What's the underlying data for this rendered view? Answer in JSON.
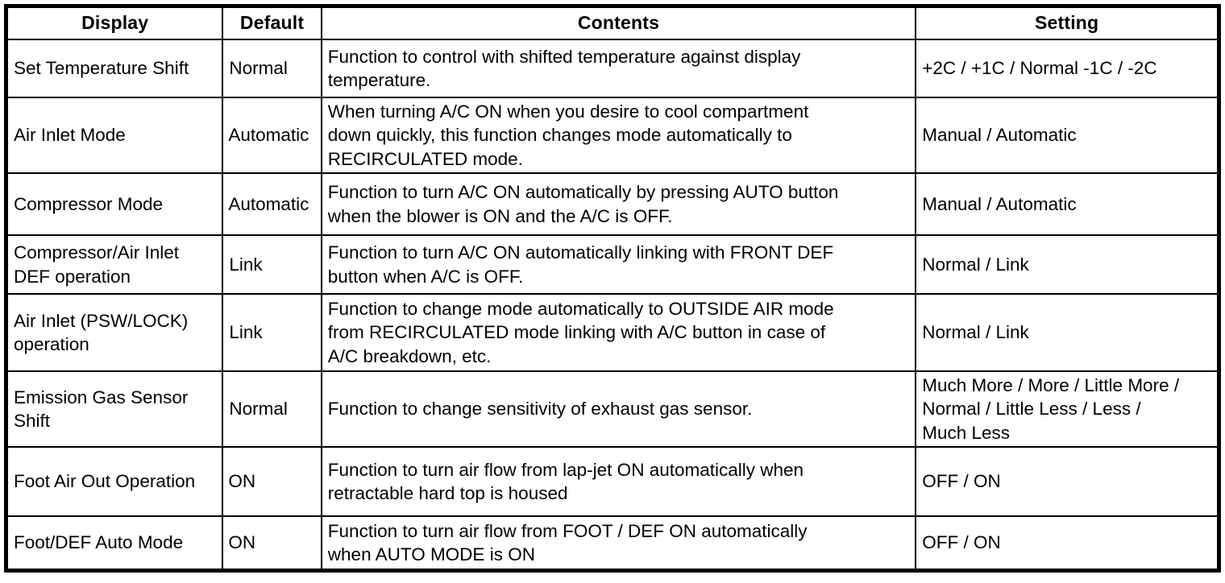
{
  "document": {
    "type": "specification-table",
    "background_color": "#ffffff",
    "text_color": "#000000",
    "border_color": "#000000"
  },
  "table": {
    "columns": [
      {
        "key": "display",
        "label": "Display",
        "align": "center"
      },
      {
        "key": "default",
        "label": "Default",
        "align": "center"
      },
      {
        "key": "contents",
        "label": "Contents",
        "align": "center"
      },
      {
        "key": "setting",
        "label": "Setting",
        "align": "center"
      }
    ],
    "rows": [
      {
        "display": "Set Temperature Shift",
        "default": "Normal",
        "contents": "Function to control with shifted temperature against display\ntemperature.",
        "setting": "+2C / +1C / Normal -1C / -2C"
      },
      {
        "display": "Air Inlet Mode",
        "default": "Automatic",
        "contents": "When turning A/C ON when you desire to cool compartment\ndown quickly, this function changes mode automatically to\nRECIRCULATED mode.",
        "setting": "Manual / Automatic"
      },
      {
        "display": "Compressor Mode",
        "default": "Automatic",
        "contents": "Function to turn A/C ON automatically by pressing AUTO button\nwhen the blower is ON and the A/C is OFF.",
        "setting": "Manual / Automatic"
      },
      {
        "display": "Compressor/Air Inlet\nDEF operation",
        "default": "Link",
        "contents": "Function to turn A/C ON automatically linking with FRONT DEF\nbutton when A/C is OFF.",
        "setting": "Normal / Link"
      },
      {
        "display": "Air Inlet (PSW/LOCK)\noperation",
        "default": "Link",
        "contents": "Function to change mode automatically to OUTSIDE AIR mode\nfrom RECIRCULATED mode linking with A/C button in case of\nA/C breakdown, etc.",
        "setting": "Normal / Link"
      },
      {
        "display": "Emission Gas Sensor\nShift",
        "default": "Normal",
        "contents": "Function to change sensitivity of exhaust gas sensor.",
        "setting": "Much More / More / Little More /\nNormal / Little Less / Less /\nMuch Less"
      },
      {
        "display": "Foot Air Out Operation",
        "default": "ON",
        "contents": "Function to turn air flow from lap-jet ON automatically when\nretractable hard top is housed",
        "setting": "OFF / ON"
      },
      {
        "display": "Foot/DEF Auto Mode",
        "default": "ON",
        "contents": "Function to turn air flow from FOOT / DEF ON automatically\nwhen AUTO MODE is ON",
        "setting": "OFF / ON"
      }
    ]
  }
}
